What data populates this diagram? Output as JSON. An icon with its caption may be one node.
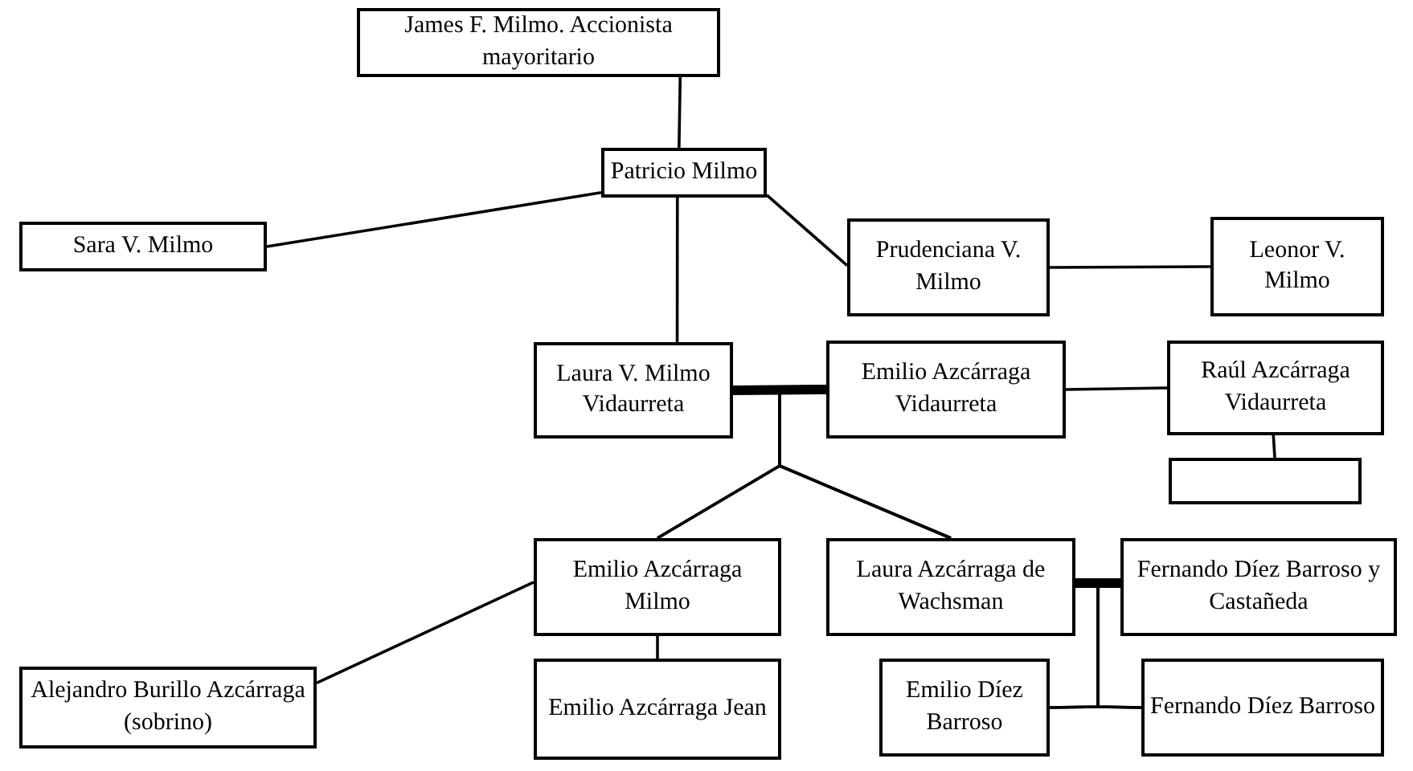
{
  "diagram": {
    "nodes": [
      {
        "text": [
          "James F. Milmo. Accionista mayoritario"
        ]
      },
      {
        "text": [
          "Patricio Milmo"
        ]
      },
      {
        "text": [
          "Sara V. Milmo"
        ]
      },
      {
        "text": [
          "Prudenciana V. Milmo"
        ]
      },
      {
        "text": [
          "Leonor V. Milmo"
        ]
      },
      {
        "text": [
          "Laura V. Milmo Vidaurreta"
        ]
      },
      {
        "text": [
          "Emilio Azcárraga Vidaurreta"
        ]
      },
      {
        "text": [
          "Raúl Azcárraga Vidaurreta"
        ]
      },
      {
        "text": [],
        "shape": "box"
      },
      {
        "text": [
          "Emilio Azcárraga Milmo"
        ]
      },
      {
        "text": [
          "Laura Azcárraga de Wachsman"
        ]
      },
      {
        "text": [
          "Fernando Díez Barroso y Castañeda"
        ]
      },
      {
        "text": [
          "Alejandro Burillo Azcárraga (sobrino)"
        ]
      },
      {
        "text": [
          "Emilio Azcárraga Jean"
        ]
      },
      {
        "text": [
          "Emilio Díez Barroso"
        ]
      },
      {
        "text": [
          "Fernando Díez Barroso"
        ]
      }
    ],
    "edges": [
      {
        "from": 0,
        "to": 1,
        "arrow": "none"
      },
      {
        "from": 1,
        "to": 2,
        "arrow": "none"
      },
      {
        "from": 1,
        "to": 5,
        "arrow": "none"
      },
      {
        "from": 1,
        "to": 3,
        "arrow": "none"
      },
      {
        "from": 3,
        "to": 4,
        "arrow": "none"
      },
      {
        "from": 5,
        "to": 6,
        "arrow": "none",
        "style": "thick"
      },
      {
        "from": 6,
        "to": 7,
        "arrow": "none"
      },
      {
        "from": 7,
        "to": 8,
        "arrow": "none"
      },
      {
        "from": 5,
        "to": 9,
        "arrow": "none"
      },
      {
        "from": 6,
        "to": 9,
        "arrow": "none"
      },
      {
        "from": 5,
        "to": 10,
        "arrow": "none"
      },
      {
        "from": 6,
        "to": 10,
        "arrow": "none"
      },
      {
        "from": 9,
        "to": 12,
        "arrow": "none"
      },
      {
        "from": 9,
        "to": 13,
        "arrow": "none"
      },
      {
        "from": 10,
        "to": 11,
        "arrow": "none",
        "style": "thick"
      },
      {
        "from": 10,
        "to": 14,
        "arrow": "none"
      },
      {
        "from": 11,
        "to": 14,
        "arrow": "none"
      },
      {
        "from": 10,
        "to": 15,
        "arrow": "none"
      },
      {
        "from": 11,
        "to": 15,
        "arrow": "none"
      }
    ]
  }
}
